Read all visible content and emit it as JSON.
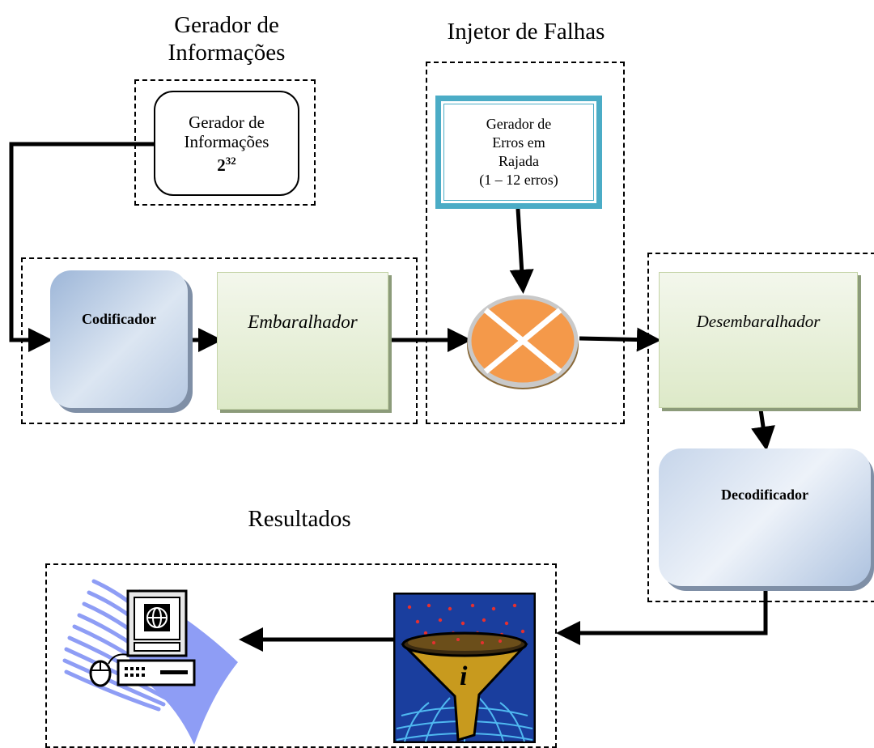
{
  "titles": {
    "gerador": "Gerador de\nInformações",
    "injetor": "Injetor de Falhas",
    "resultados": "Resultados"
  },
  "blocks": {
    "gerador_info": {
      "line1": "Gerador de",
      "line2": "Informações",
      "base": "2",
      "exponent": "32"
    },
    "gerador_erros": "Gerador de\nErros em\nRajada\n(1 – 12 erros)",
    "codificador": "Codificador",
    "embaralhador": "Embaralhador",
    "desembaralhador": "Desembaralhador",
    "decodificador": "Decodificador"
  },
  "icons": {
    "injector": "fault-injector-mixer-icon",
    "filter": "information-funnel-filter-icon",
    "computer": "computer-terminal-icon"
  },
  "colors": {
    "mixer_orange": "#F4994A",
    "frame_teal": "#4BACC6",
    "green_block": "#EAF1DD",
    "blue_block": "#B8CCE4",
    "swoosh_blue": "#8E9DF5",
    "funnel_gold": "#C89A1E",
    "filter_bg": "#1A3E9E"
  }
}
